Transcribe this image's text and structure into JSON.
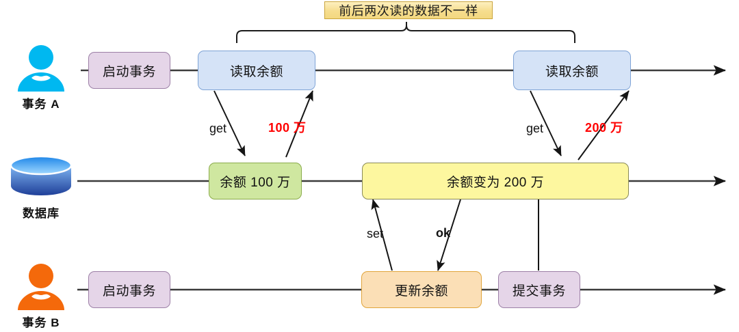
{
  "diagram": {
    "title_banner": "前后两次读的数据不一样",
    "lanes": [
      {
        "id": "txn-a",
        "icon": "user-icon",
        "icon_color": "#00b8f0",
        "label": "事务 A"
      },
      {
        "id": "database",
        "icon": "database-icon",
        "icon_color": "#2f66c8",
        "label": "数据库"
      },
      {
        "id": "txn-b",
        "icon": "user-icon",
        "icon_color": "#f4690b",
        "label": "事务 B"
      }
    ],
    "nodes": {
      "a_begin": {
        "label": "启动事务",
        "color": "purple"
      },
      "a_read1": {
        "label": "读取余额",
        "color": "blue"
      },
      "a_read2": {
        "label": "读取余额",
        "color": "blue"
      },
      "db_100": {
        "label": "余额 100 万",
        "color": "green"
      },
      "db_200": {
        "label": "余额变为 200 万",
        "color": "yellow"
      },
      "b_begin": {
        "label": "启动事务",
        "color": "purple"
      },
      "b_update": {
        "label": "更新余额",
        "color": "orange"
      },
      "b_commit": {
        "label": "提交事务",
        "color": "purple"
      }
    },
    "edge_labels": {
      "get1": "get",
      "value1": "100 万",
      "get2": "get",
      "value2": "200 万",
      "set": "set",
      "ok": "ok"
    },
    "colors": {
      "accent_red": "#ff0000",
      "banner_bg": "#f6dd8e",
      "banner_border": "#caa43b",
      "line": "#3b3b3b",
      "purple_fill": "#e5d5e8",
      "blue_fill": "#d5e3f7",
      "green_fill": "#cfe7a0",
      "yellow_fill": "#fdf79f",
      "orange_fill": "#fbdfb6"
    }
  }
}
